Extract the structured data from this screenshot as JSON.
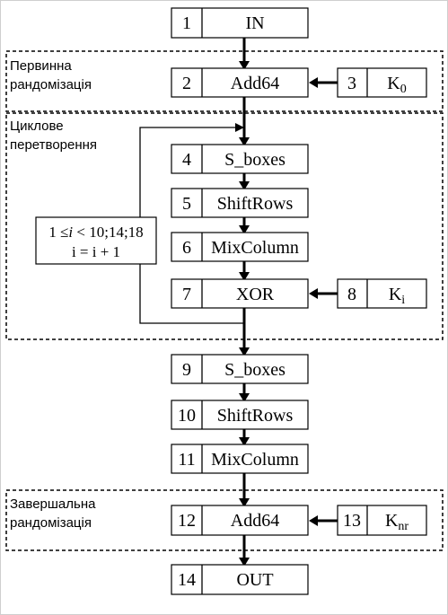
{
  "regions": {
    "initial": {
      "line1": "Первинна",
      "line2": "рандомізація"
    },
    "loop": {
      "line1": "Циклове",
      "line2": "перетворення"
    },
    "final": {
      "line1": "Завершальна",
      "line2": "рандомізація"
    }
  },
  "blocks": [
    {
      "num": "1",
      "label": "IN"
    },
    {
      "num": "2",
      "label": "Add64"
    },
    {
      "num": "3",
      "label": "K",
      "sub": "0"
    },
    {
      "num": "4",
      "label": "S_boxes"
    },
    {
      "num": "5",
      "label": "ShiftRows"
    },
    {
      "num": "6",
      "label": "MixColumn"
    },
    {
      "num": "7",
      "label": "XOR"
    },
    {
      "num": "8",
      "label": "K",
      "sub": "i"
    },
    {
      "num": "9",
      "label": "S_boxes"
    },
    {
      "num": "10",
      "label": "ShiftRows"
    },
    {
      "num": "11",
      "label": "MixColumn"
    },
    {
      "num": "12",
      "label": "Add64"
    },
    {
      "num": "13",
      "label": "K",
      "sub": "nr"
    },
    {
      "num": "14",
      "label": "OUT"
    }
  ],
  "loop_condition": {
    "lead": "1  ≤",
    "var": "i",
    "tail": " < 10;14;18",
    "update": "i = i + 1"
  }
}
